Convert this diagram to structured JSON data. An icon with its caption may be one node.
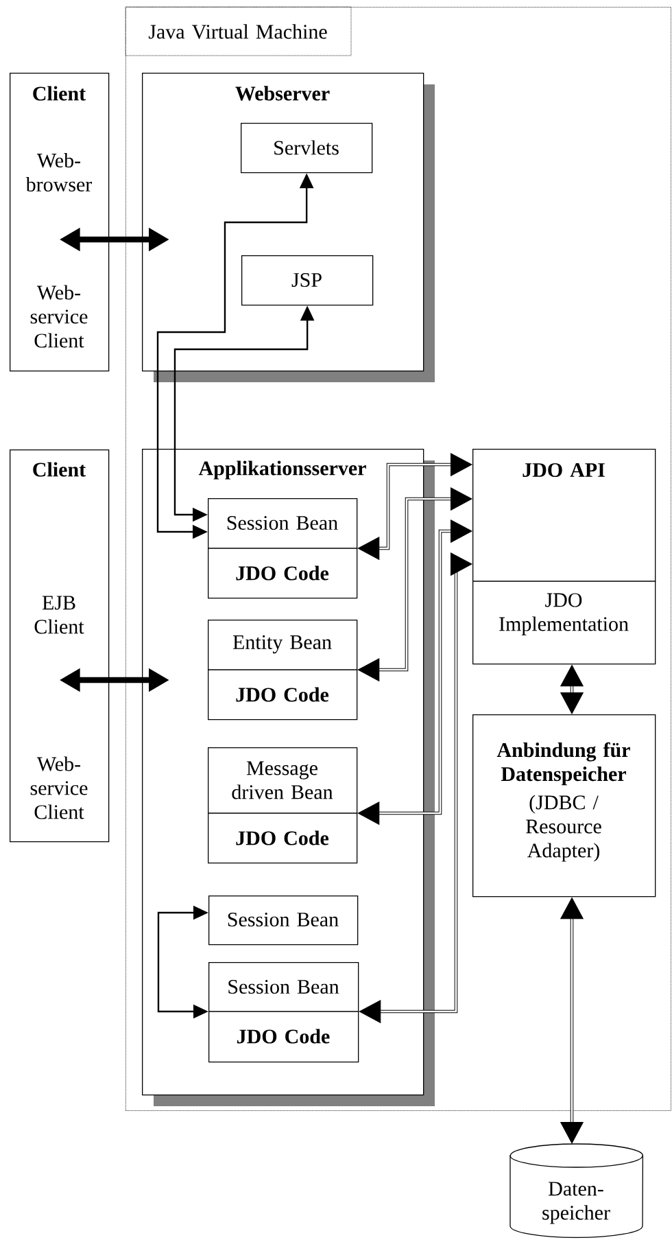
{
  "diagram": {
    "nodes": [
      {
        "text": [
          "Java Virtual Machine"
        ]
      },
      {
        "text": [
          "Client",
          "Web- browser",
          "Web- service Client"
        ]
      },
      {
        "text": [
          "Webserver"
        ],
        "in": 0
      },
      {
        "text": [
          "Servlets"
        ],
        "in": 2
      },
      {
        "text": [
          "JSP"
        ],
        "in": 2
      },
      {
        "text": [
          "Client",
          "EJB Client",
          "Web- service Client"
        ]
      },
      {
        "text": [
          "Applikationsserver"
        ],
        "in": 0
      },
      {
        "text": [
          "Session Bean",
          "JDO Code"
        ],
        "in": 6
      },
      {
        "text": [
          "Entity Bean",
          "JDO Code"
        ],
        "in": 6
      },
      {
        "text": [
          "Message driven Bean",
          "JDO Code"
        ],
        "in": 6
      },
      {
        "text": [
          "Session Bean"
        ],
        "in": 6
      },
      {
        "text": [
          "Session Bean",
          "JDO Code"
        ],
        "in": 6
      },
      {
        "text": [
          "JDO API",
          "JDO Implementation"
        ],
        "in": 0
      },
      {
        "text": [
          "Anbindung für Datenspeicher",
          "(JDBC / Resource Adapter)"
        ],
        "in": 0
      },
      {
        "text": [
          "Daten- speicher"
        ]
      }
    ],
    "edges": [
      {
        "from": 1,
        "to": 2,
        "arrow": "both",
        "style": "thick"
      },
      {
        "from": 5,
        "to": 6,
        "arrow": "both",
        "style": "thick"
      },
      {
        "from": 7,
        "to": 3,
        "arrow": "both"
      },
      {
        "from": 7,
        "to": 4,
        "arrow": "both"
      },
      {
        "from": 7,
        "to": 12,
        "arrow": "both"
      },
      {
        "from": 8,
        "to": 12,
        "arrow": "both"
      },
      {
        "from": 9,
        "to": 12,
        "arrow": "both"
      },
      {
        "from": 11,
        "to": 12,
        "arrow": "both"
      },
      {
        "from": 10,
        "to": 11,
        "arrow": "both"
      },
      {
        "from": 12,
        "to": 13,
        "arrow": "both"
      },
      {
        "from": 13,
        "to": 14,
        "arrow": "both"
      }
    ]
  }
}
